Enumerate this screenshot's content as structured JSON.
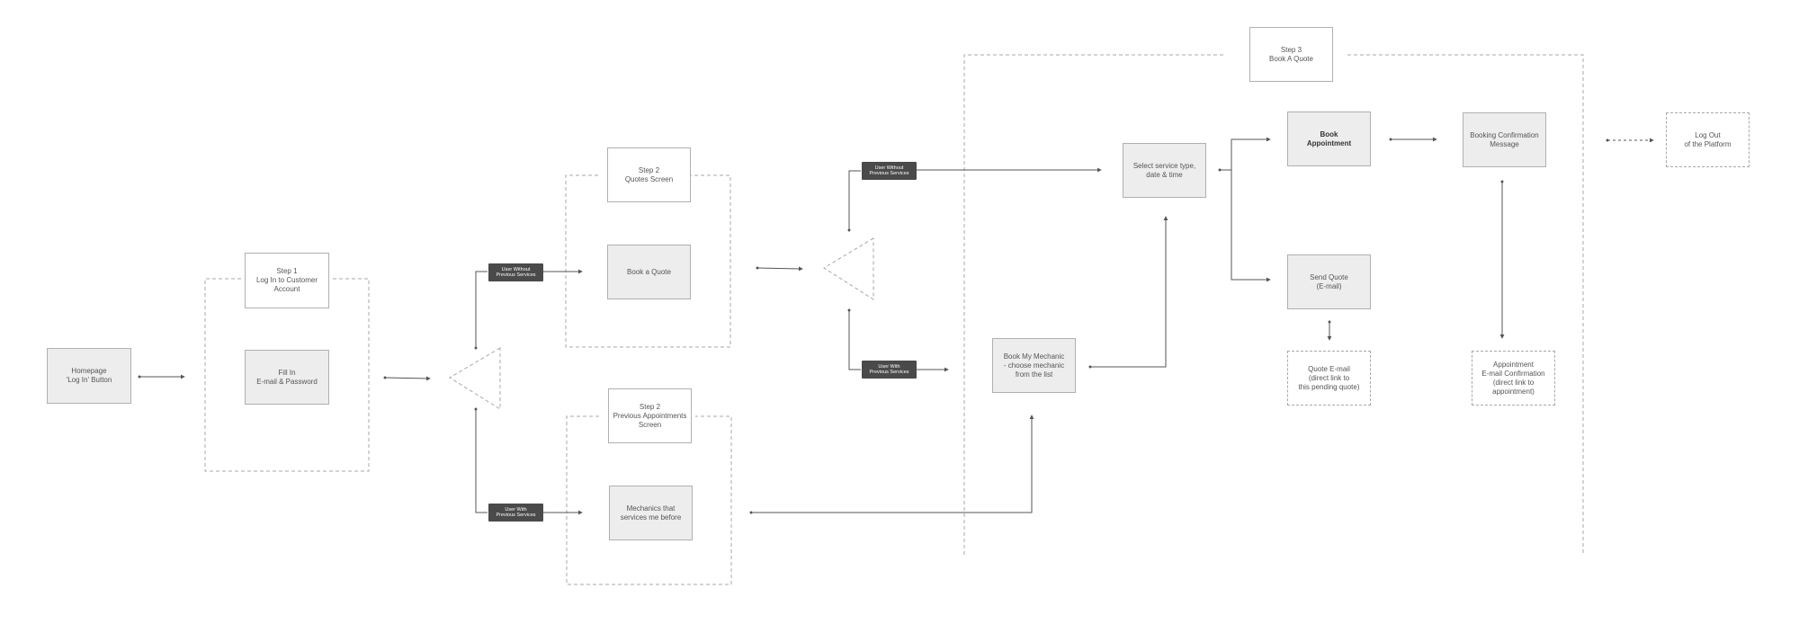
{
  "nodes": {
    "homepage": "Homepage\n'Log In' Button",
    "step1": "Step 1\nLog In to Customer\nAccount",
    "fill_in": "Fill In\nE-mail & Password",
    "step2_quotes": "Step 2\nQuotes Screen",
    "book_quote": "Book a Quote",
    "step2_prev": "Step 2\nPrevious Appointments\nScreen",
    "mechanics_before": "Mechanics that\nservices me before",
    "step3": "Step 3\nBook A Quote",
    "select_service": "Select service type,\ndate & time",
    "book_mechanic": "Book My Mechanic\n- choose mechanic\nfrom the list",
    "book_appointment": "Book\nAppointment",
    "booking_confirmation": "Booking Confirmation\nMessage",
    "send_quote": "Send Quote\n(E-mail)",
    "quote_email": "Quote E-mail\n(direct link to\nthis pending quote)",
    "appointment_email": "Appointment\nE-mail Confirmation\n(direct link to\nappointment)",
    "log_out": "Log Out\nof the Platform"
  },
  "tags": {
    "without_1": "User Without\nPrevious Services",
    "with_1": "User With\nPrevious Services",
    "without_2": "User Without\nPrevious Services",
    "with_2": "User With\nPrevious Services"
  },
  "colors": {
    "box_fill": "#ededed",
    "box_border": "#b0b0b0",
    "dashed": "#a8a8a8",
    "tag_fill": "#4a4a4a",
    "connector": "#555555"
  }
}
